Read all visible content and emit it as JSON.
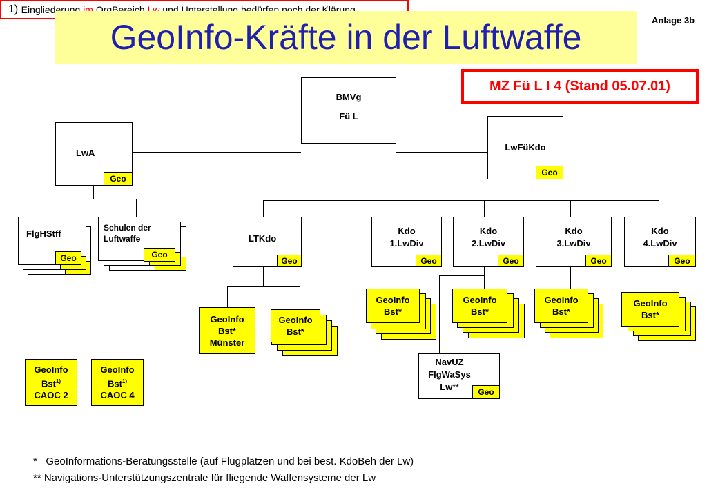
{
  "title": "GeoInfo-Kräfte in der Luftwaffe",
  "anlage": "Anlage 3b",
  "stand": "MZ Fü L I 4 (Stand 05.07.01)",
  "geo_label": "Geo",
  "bmvg": {
    "line1": "BMVg",
    "line2": "Fü L"
  },
  "lwa": "LwA",
  "lwfuekdo": "LwFüKdo",
  "flghstff": "FlgHStff",
  "schulen": {
    "line1": "Schulen der",
    "line2": "Luftwaffe"
  },
  "ltkdo": "LTKdo",
  "kdo1": {
    "line1": "Kdo",
    "line2": "1.LwDiv"
  },
  "kdo2": {
    "line1": "Kdo",
    "line2": "2.LwDiv"
  },
  "kdo3": {
    "line1": "Kdo",
    "line2": "3.LwDiv"
  },
  "kdo4": {
    "line1": "Kdo",
    "line2": "4.LwDiv"
  },
  "geoinfo": "GeoInfo",
  "bst_star": "Bst*",
  "bst": "Bst",
  "muenster": "Münster",
  "navuz": {
    "line1": "NavUZ",
    "line2": "FlgWaSys",
    "line3": "Lw",
    "stars": "**"
  },
  "caoc2": "CAOC 2",
  "caoc4": "CAOC 4",
  "sup1": "1)",
  "footnote1": {
    "prefix": "1) ",
    "t1": "Eingliederung ",
    "t2": "im",
    "t3": " OrgBereich ",
    "t4": "Lw",
    "t5": " und Unterstellung bedürfen noch der Klärung"
  },
  "note_star": "*   GeoInformations-Beratungsstelle (auf Flugplätzen und bei best. KdoBeh der Lw)",
  "note_dstar": "** Navigations-Unterstützungszentrale für fliegende Waffensysteme der Lw",
  "colors": {
    "title_bg": "#ffff99",
    "title_text": "#1f1fb0",
    "geo_fill": "#ffff00",
    "alert_red": "#ff0000"
  }
}
